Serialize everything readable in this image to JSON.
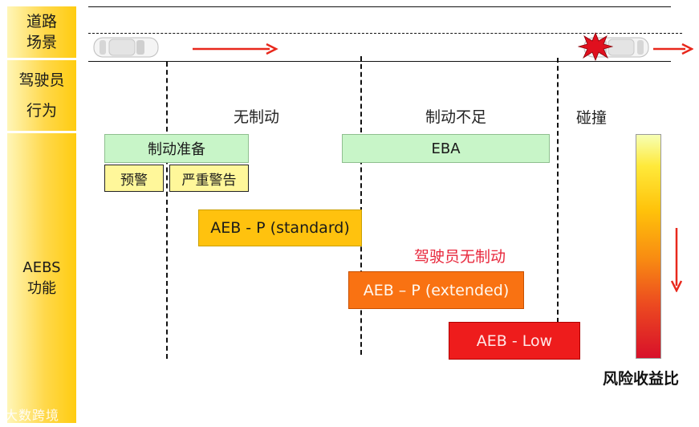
{
  "row_labels": {
    "road_line1": "道路",
    "road_line2": "场景",
    "driver_line1": "驾驶员",
    "driver_line2": "行为",
    "aebs_line1": "AEBS",
    "aebs_line2": "功能"
  },
  "stages": {
    "no_braking": "无制动",
    "insufficient_braking": "制动不足",
    "collision": "碰撞"
  },
  "boxes": {
    "brake_prep": "制动准备",
    "pre_warning": "预警",
    "severe_warning": "严重警告",
    "eba": "EBA",
    "aeb_p_standard": "AEB - P (standard)",
    "aeb_p_extended": "AEB – P (extended)",
    "aeb_low": "AEB - Low"
  },
  "annotations": {
    "driver_no_braking": "驾驶员无制动",
    "risk_benefit_ratio": "风险收益比"
  },
  "watermark": "大数跨境",
  "colors": {
    "label_column": "#ffd84a",
    "green_box": "#c8f5c8",
    "yellow_box": "#fff79a",
    "aeb_standard": "#ffc20e",
    "aeb_extended": "#f97212",
    "aeb_low": "#ee1c1c",
    "arrow_red": "#e8281c",
    "note_red": "#e8283c"
  },
  "icons": [
    "car-left-icon",
    "car-right-icon",
    "collision-burst-icon",
    "arrow-right-icon",
    "arrow-down-icon"
  ]
}
